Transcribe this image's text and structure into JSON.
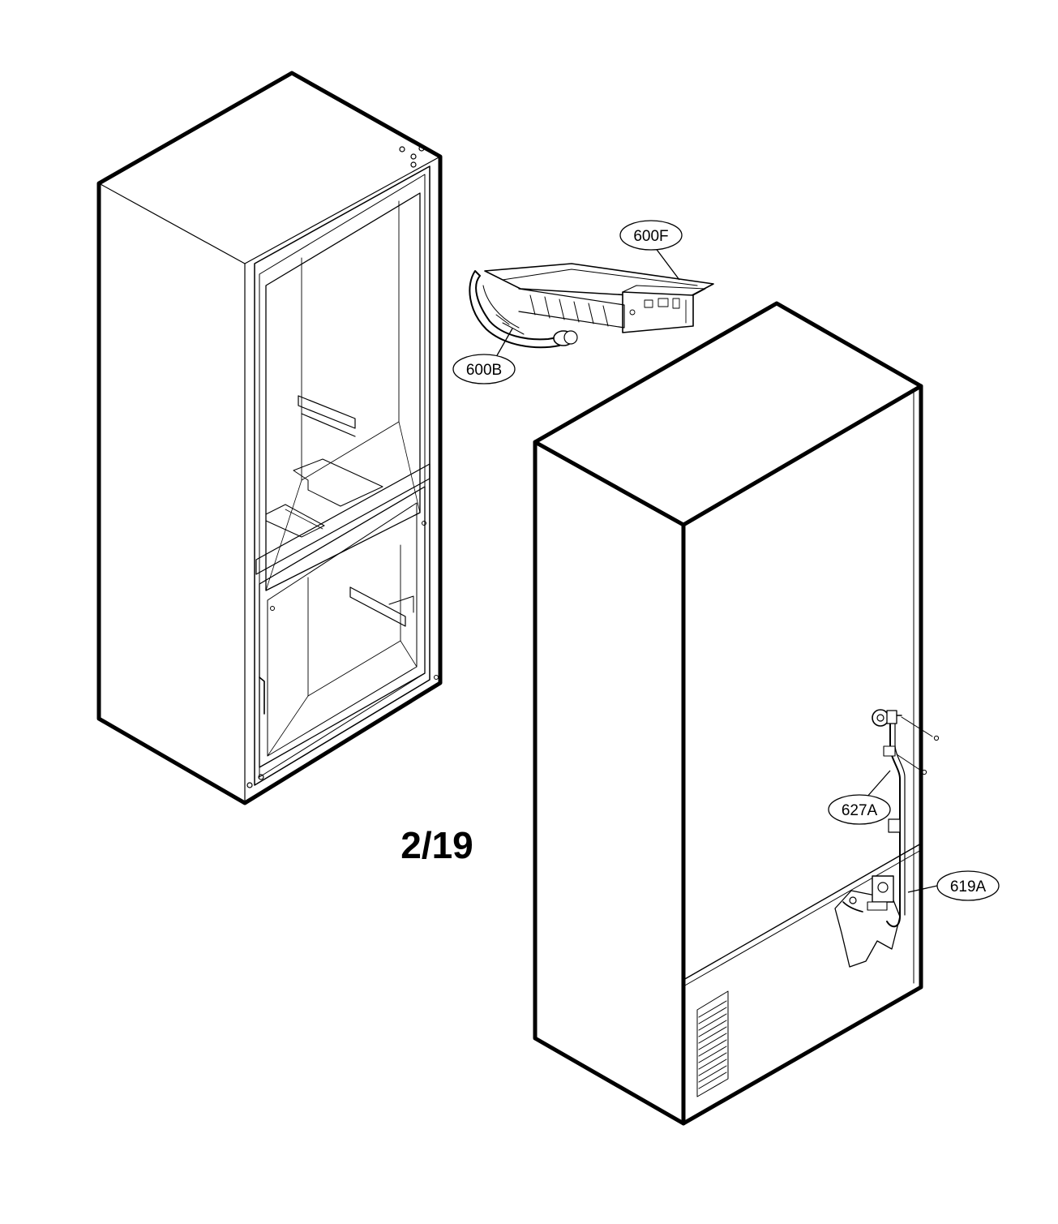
{
  "callouts": {
    "c600F": "600F",
    "c600B": "600B",
    "c627A": "627A",
    "c619A": "619A"
  },
  "page_number": "2/19",
  "colors": {
    "ink": "#000000",
    "paper": "#ffffff"
  }
}
